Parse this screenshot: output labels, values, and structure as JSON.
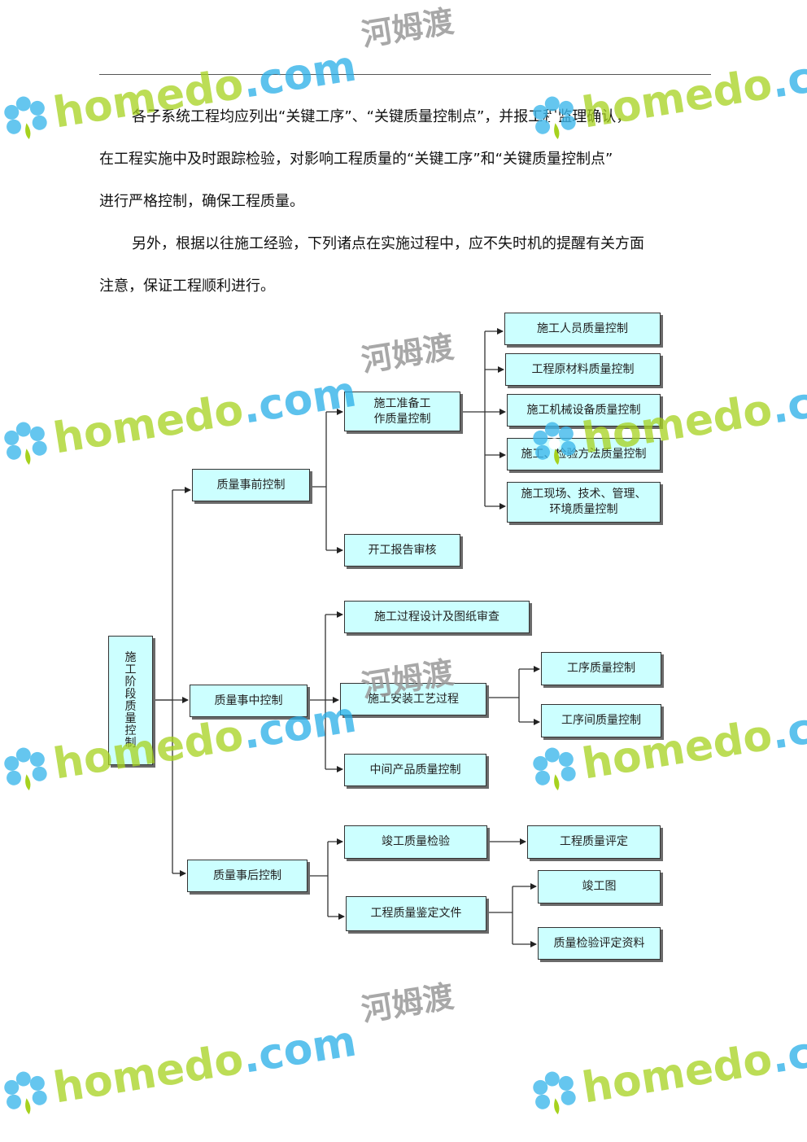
{
  "paragraphs": [
    "各子系统工程均应列出“关键工序”、“关键质量控制点”，并报工程监理确认，",
    "在工程实施中及时跟踪检验，对影响工程质量的“关键工序”和“关键质量控制点”",
    "进行严格控制，确保工程质量。",
    "另外，根据以往施工经验，下列诸点在实施过程中，应不失时机的提醒有关方面",
    "注意，保证工程顺利进行。"
  ],
  "flowchart": {
    "root": "施工阶段质量控制",
    "pre": "质量事前控制",
    "pre_prep": "施工准备工\n作质量控制",
    "pre_personnel": "施工人员质量控制",
    "pre_materials": "工程原材料质量控制",
    "pre_equipment": "施工机械设备质量控制",
    "pre_methods": "施工、检验方法质量控制",
    "pre_site": "施工现场、技术、管理、\n环境质量控制",
    "pre_report": "开工报告审核",
    "mid": "质量事中控制",
    "mid_design": "施工过程设计及图纸审查",
    "mid_install": "施工安装工艺过程",
    "mid_proc": "工序质量控制",
    "mid_interproc": "工序间质量控制",
    "mid_product": "中间产品质量控制",
    "post": "质量事后控制",
    "post_inspect": "竣工质量检验",
    "post_eval": "工程质量评定",
    "post_docs": "工程质量鉴定文件",
    "post_drawing": "竣工图",
    "post_records": "质量检验评定资料"
  },
  "watermark": {
    "brand_prefix": "home",
    "brand_mid": "do",
    "brand_suffix": ".com",
    "chinese": "河姆渡"
  }
}
